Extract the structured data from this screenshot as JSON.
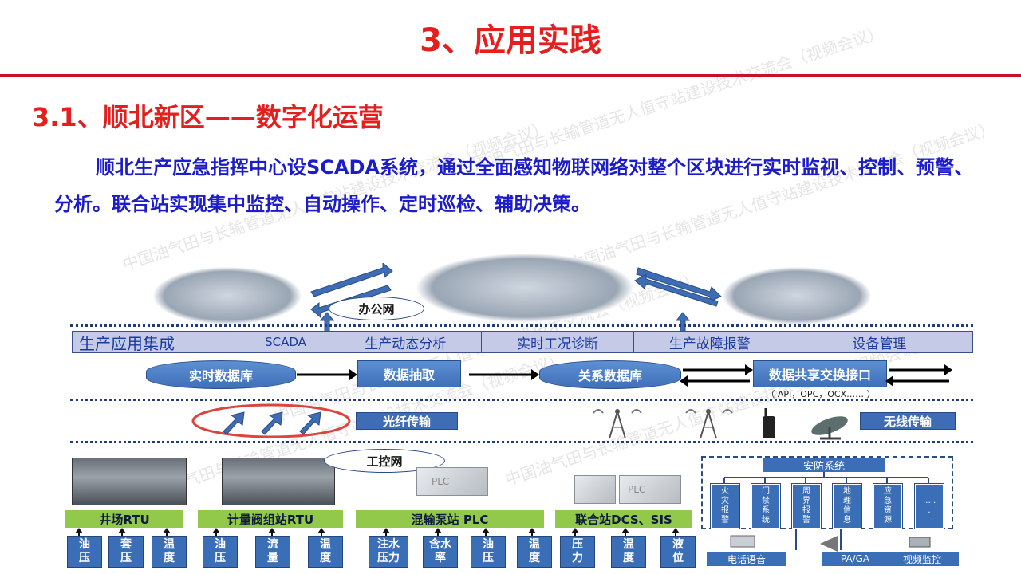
{
  "title": "3、应用实践",
  "subtitle": "3.1、顺北新区——数字化运营",
  "paragraph": "顺北生产应急指挥中心设SCADA系统，通过全面感知物联网络对整个区块进行实时监视、控制、预警、分析。联合站实现集中监控、自动操作、定时巡检、辅助决策。",
  "watermark": "中国油气田与长输管道无人值守站建设技术交流会（视频会议）",
  "office_network_label": "办公网",
  "app_bar": {
    "title": "生产应用集成",
    "items": [
      "SCADA",
      "生产动态分析",
      "实时工况诊断",
      "生产故障报警",
      "设备管理"
    ]
  },
  "data_layer": {
    "realtime_db": "实时数据库",
    "extraction": "数据抽取",
    "relational_db": "关系数据库",
    "exchange": "数据共享交换接口",
    "exchange_note": "（ API，OPC，OCX…… ）"
  },
  "transmission": {
    "fiber": "光纤传输",
    "wireless": "无线传输"
  },
  "industrial_network_label": "工控网",
  "stations": [
    {
      "label": "井场RTU",
      "sensors": [
        "油\n压",
        "套\n压",
        "温\n度"
      ]
    },
    {
      "label": "计量阀组站RTU",
      "sensors": [
        "油\n压",
        "流\n量",
        "温\n度"
      ]
    },
    {
      "label": "混输泵站 PLC",
      "sensors": [
        "注水\n压力",
        "含水\n率",
        "油\n压",
        "温\n度"
      ]
    },
    {
      "label": "联合站DCS、SIS",
      "sensors": [
        "压\n力",
        "温\n度",
        "液\n位"
      ]
    }
  ],
  "plc_tag": "PLC",
  "security": {
    "title": "安防系统",
    "subsystems": [
      "火\n灾\n报\n警",
      "门\n禁\n系\n统",
      "周\n界\n报\n警",
      "地\n理\n信\n息",
      "应\n急\n资\n源",
      "…..\n."
    ],
    "outputs": [
      "电话语音",
      "PA/GA",
      "视频监控"
    ]
  },
  "colors": {
    "title_red": "#e41f1f",
    "body_blue": "#1c1cc8",
    "box_blue": "#3f6db5",
    "station_green": "#93c94a"
  }
}
